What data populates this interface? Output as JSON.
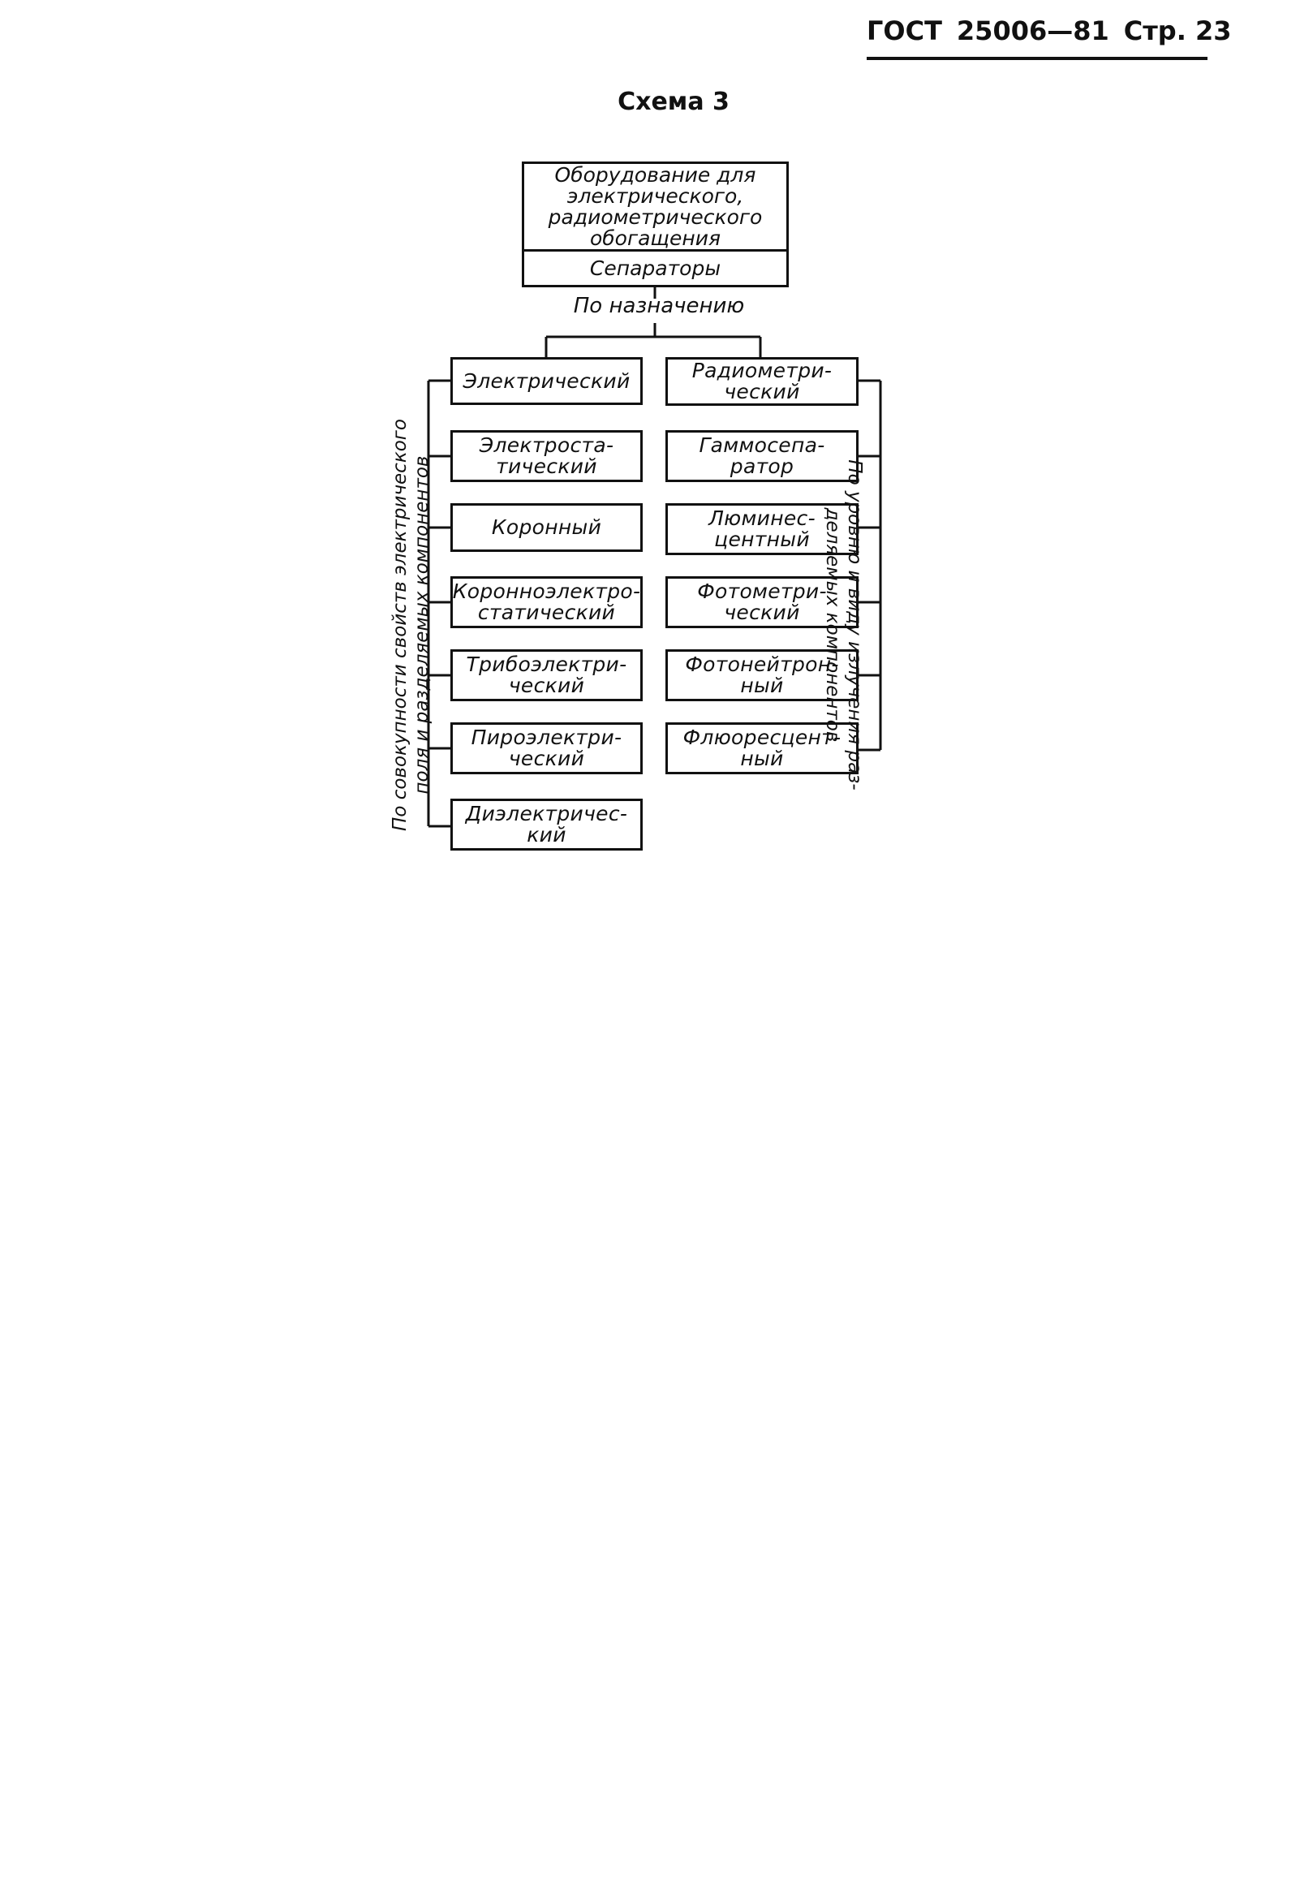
{
  "header": {
    "standard": "ГОСТ",
    "number": "25006—81",
    "page": "Стр. 23"
  },
  "scheme_title": "Схема 3",
  "top_box": {
    "lines": [
      "Оборудование для",
      "электрического,",
      "радиометрического",
      "обогащения"
    ],
    "lower": "Сепараторы"
  },
  "branch_label": "По назначению",
  "left_side_label": [
    "По совокупности свойств электрического",
    "поля и разделяемых компонентов"
  ],
  "right_side_label": [
    "По уровню и виду излучения раз-",
    "деляемых компонентов"
  ],
  "left_items": [
    [
      "Электрический"
    ],
    [
      "Электроста-",
      "тический"
    ],
    [
      "Коронный"
    ],
    [
      "Коронноэлектро-",
      "статический"
    ],
    [
      "Трибоэлектри-",
      "ческий"
    ],
    [
      "Пироэлектри-",
      "ческий"
    ],
    [
      "Диэлектричес-",
      "кий"
    ]
  ],
  "right_items": [
    [
      "Радиометри-",
      "ческий"
    ],
    [
      "Гаммосепа-",
      "ратор"
    ],
    [
      "Люминес-",
      "центный"
    ],
    [
      "Фотометри-",
      "ческий"
    ],
    [
      "Фотонейтрон-",
      "ный"
    ],
    [
      "Флюоресцент-",
      "ный"
    ]
  ]
}
